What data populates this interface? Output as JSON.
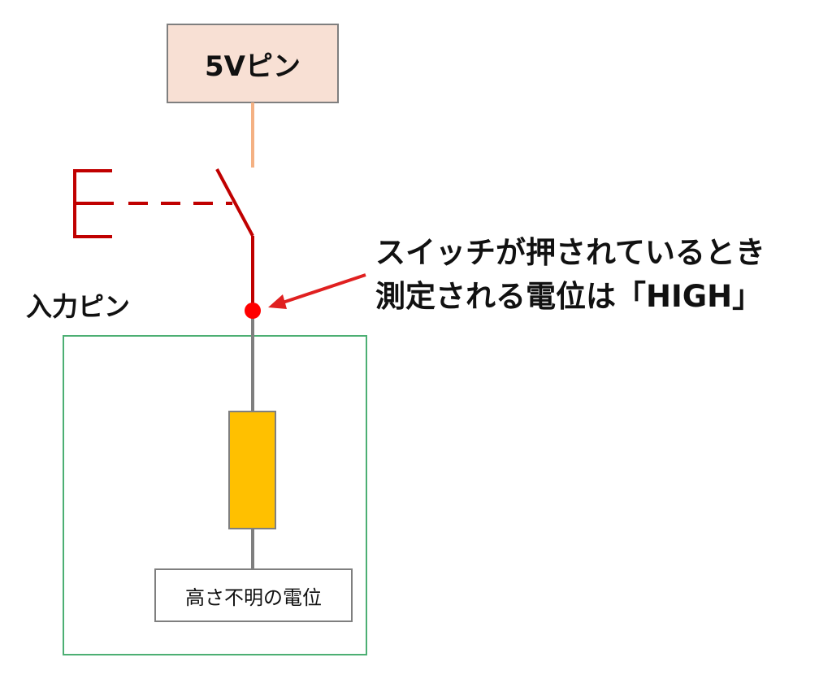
{
  "diagram": {
    "power_pin_label": "5Vピン",
    "input_pin_label": "入力ピン",
    "annotation": {
      "line1": "スイッチが押されているとき",
      "line2": "測定される電位は「HIGH」"
    },
    "unknown_potential_label": "高さ不明の電位"
  },
  "colors": {
    "power_box_fill": "#f8e0d4",
    "power_wire": "#f4b183",
    "switch_red": "#c00000",
    "node_dot": "#ff0000",
    "arrow": "#e02020",
    "wire_gray": "#7f7f7f",
    "resistor_fill": "#ffc000",
    "input_box_border": "#4caf73"
  }
}
